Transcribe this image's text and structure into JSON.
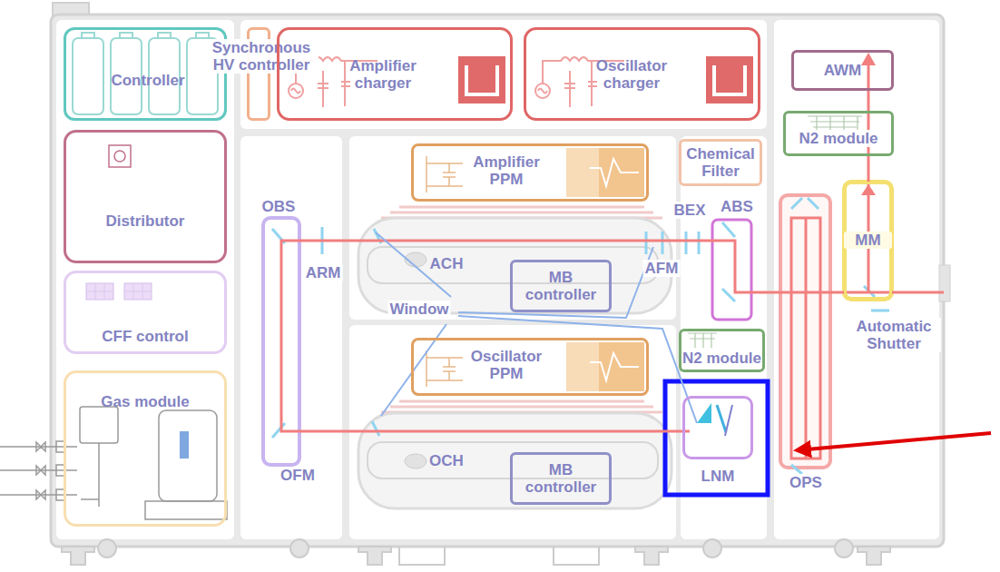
{
  "diagram": {
    "nodes": [
      {
        "text": [
          "Controller"
        ]
      },
      {
        "text": [
          "Synchronous HV controller"
        ]
      },
      {
        "text": [
          "Amplifier charger"
        ]
      },
      {
        "text": [
          "Oscillator charger"
        ]
      },
      {
        "text": [
          "AWM"
        ]
      },
      {
        "text": [
          "Distributor"
        ]
      },
      {
        "text": [
          "CFF control"
        ]
      },
      {
        "text": [
          "Gas module"
        ]
      },
      {
        "text": [
          "N2 module"
        ]
      },
      {
        "text": [
          "Chemical Filter"
        ]
      },
      {
        "text": [
          "Amplifier PPM"
        ]
      },
      {
        "text": [
          "MB controller"
        ]
      },
      {
        "text": [
          "N2 module"
        ]
      },
      {
        "text": [
          "Oscillator PPM"
        ]
      },
      {
        "text": [
          "LNM"
        ]
      },
      {
        "text": [
          "MB controller"
        ]
      },
      {
        "text": [
          "MM"
        ]
      }
    ],
    "labels": [
      "OBS",
      "ARM",
      "ACH",
      "Window",
      "AFM",
      "BEX",
      "ABS",
      "OFM",
      "OCH",
      "OPS",
      "Automatic Shutter"
    ]
  }
}
